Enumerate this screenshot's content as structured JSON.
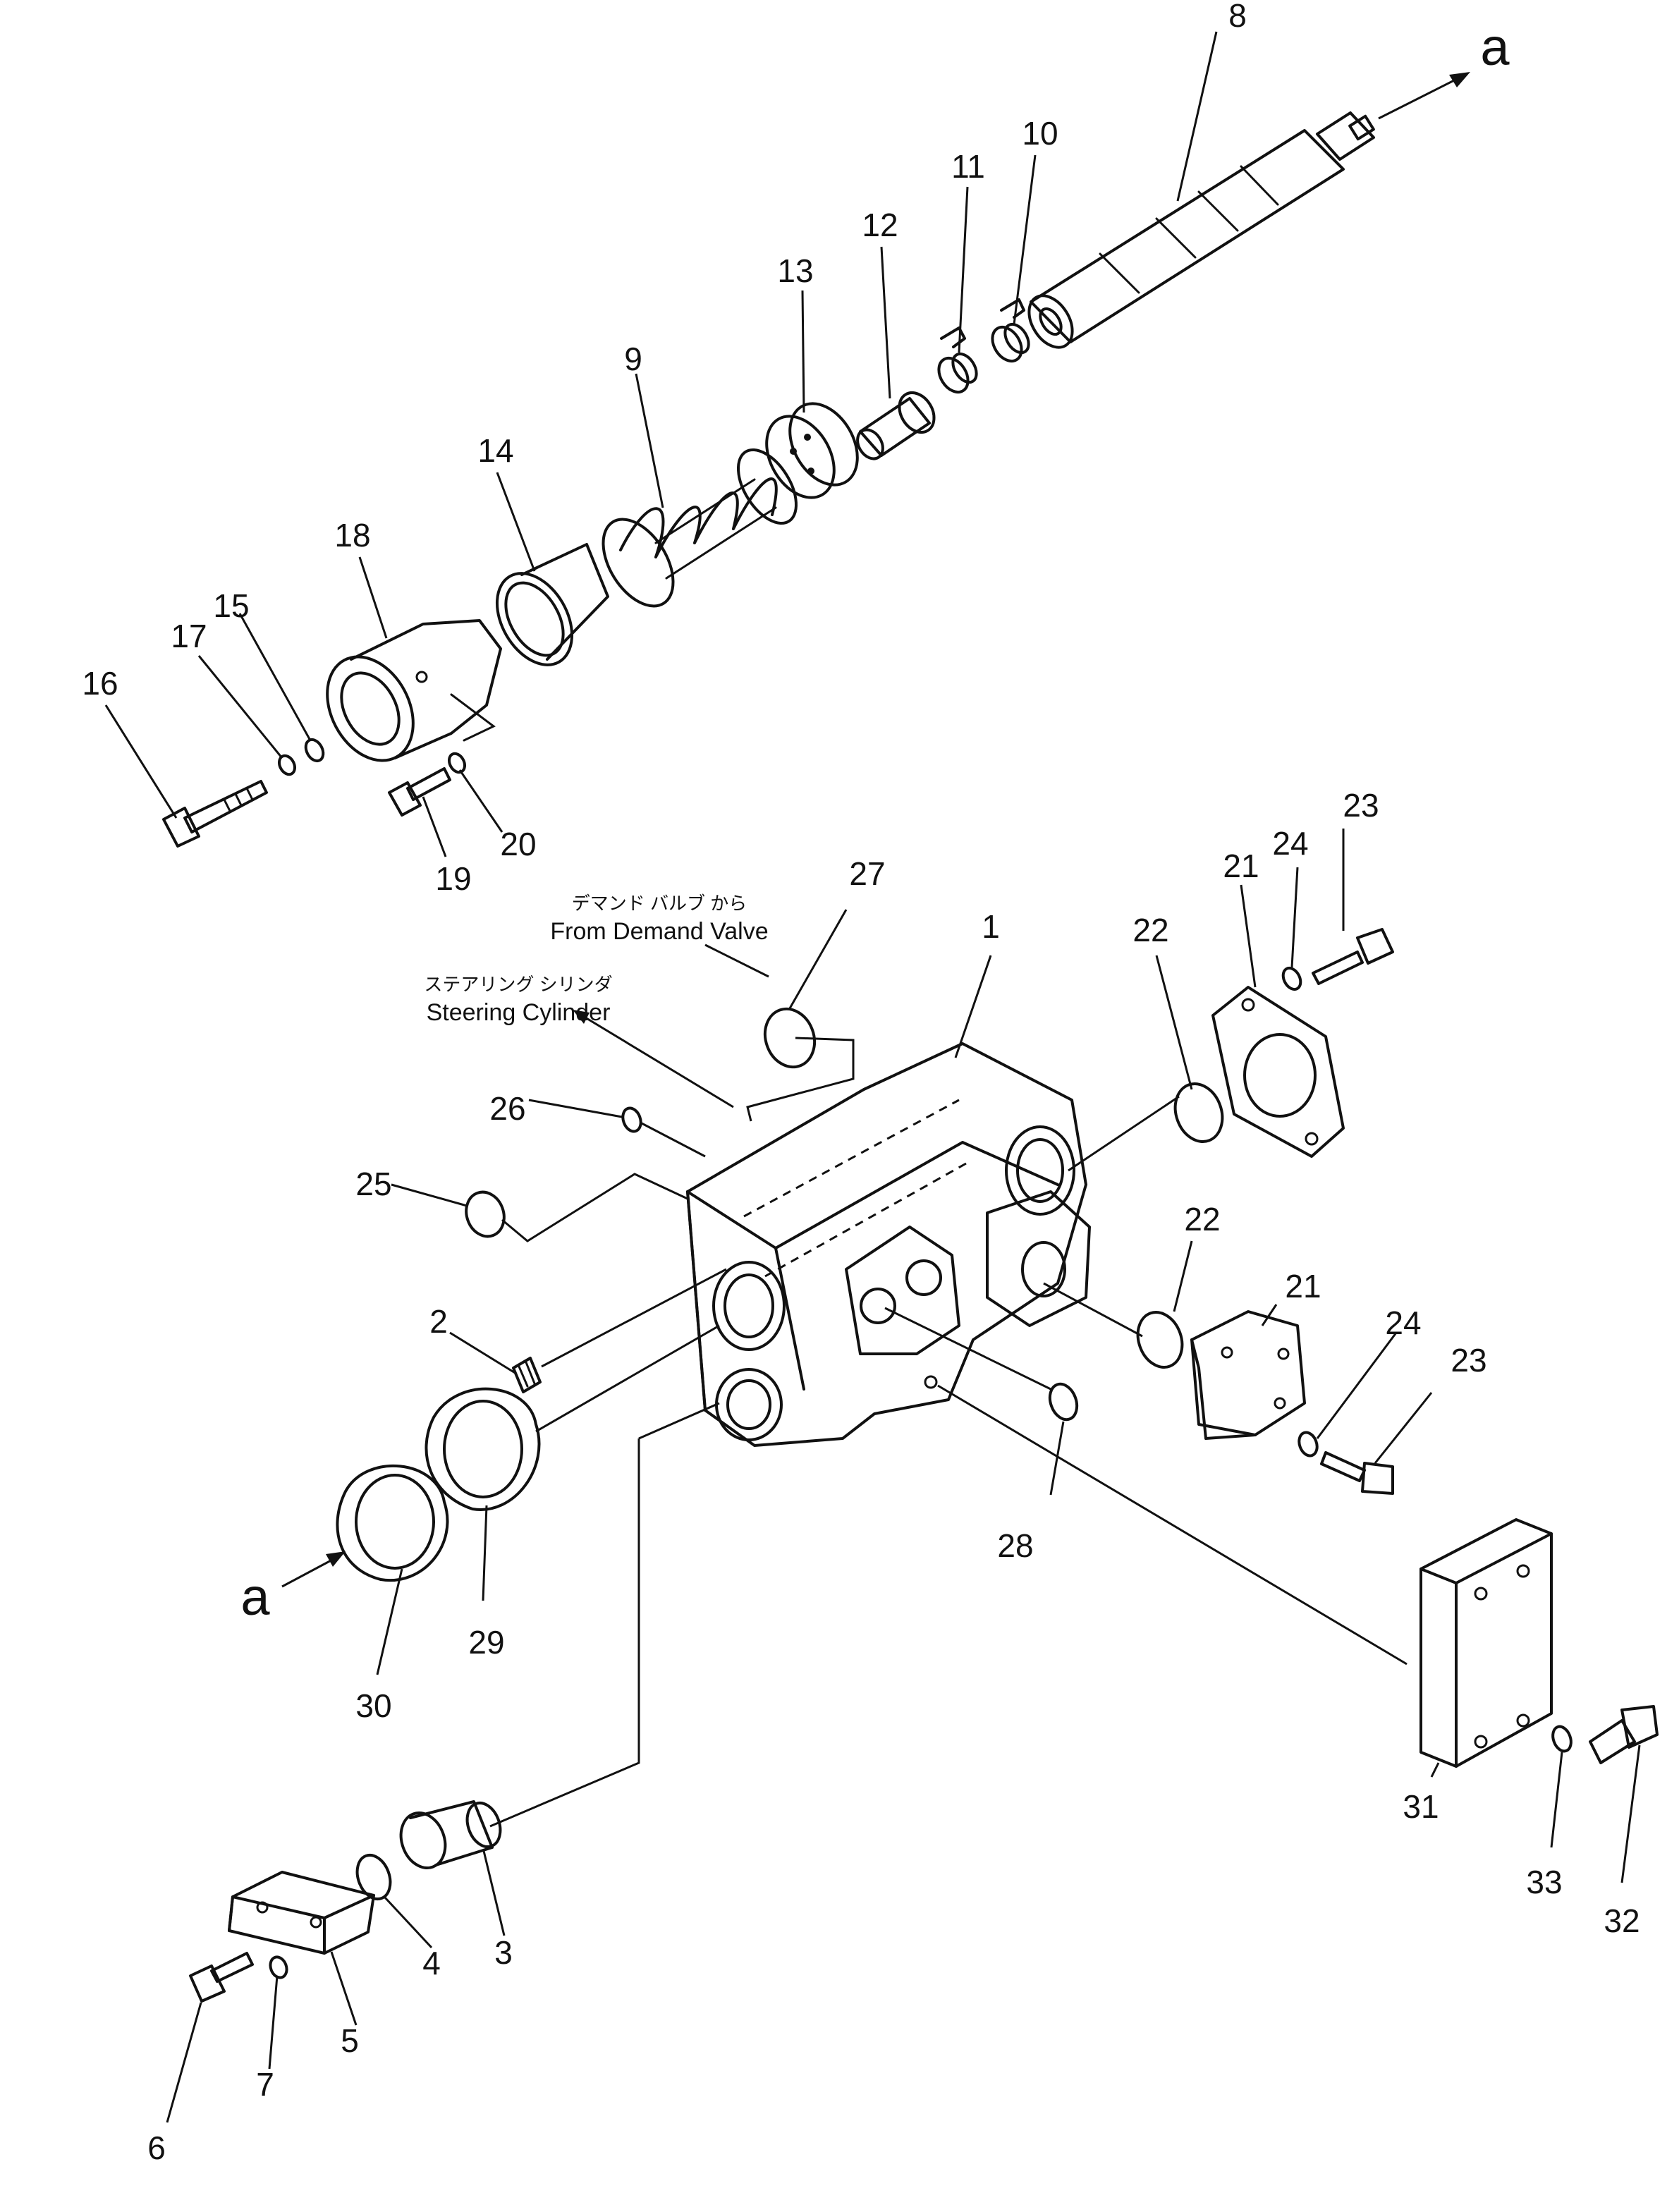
{
  "callouts": [
    {
      "id": "1",
      "text": "1"
    },
    {
      "id": "2",
      "text": "2"
    },
    {
      "id": "3",
      "text": "3"
    },
    {
      "id": "4",
      "text": "4"
    },
    {
      "id": "5",
      "text": "5"
    },
    {
      "id": "6",
      "text": "6"
    },
    {
      "id": "7",
      "text": "7"
    },
    {
      "id": "8",
      "text": "8"
    },
    {
      "id": "9",
      "text": "9"
    },
    {
      "id": "10",
      "text": "10"
    },
    {
      "id": "11",
      "text": "11"
    },
    {
      "id": "12",
      "text": "12"
    },
    {
      "id": "13",
      "text": "13"
    },
    {
      "id": "14",
      "text": "14"
    },
    {
      "id": "15",
      "text": "15"
    },
    {
      "id": "16",
      "text": "16"
    },
    {
      "id": "17",
      "text": "17"
    },
    {
      "id": "18",
      "text": "18"
    },
    {
      "id": "19",
      "text": "19"
    },
    {
      "id": "20",
      "text": "20"
    },
    {
      "id": "21a",
      "text": "21"
    },
    {
      "id": "21b",
      "text": "21"
    },
    {
      "id": "22a",
      "text": "22"
    },
    {
      "id": "22b",
      "text": "22"
    },
    {
      "id": "23a",
      "text": "23"
    },
    {
      "id": "23b",
      "text": "23"
    },
    {
      "id": "24a",
      "text": "24"
    },
    {
      "id": "24b",
      "text": "24"
    },
    {
      "id": "25",
      "text": "25"
    },
    {
      "id": "26",
      "text": "26"
    },
    {
      "id": "27",
      "text": "27"
    },
    {
      "id": "28",
      "text": "28"
    },
    {
      "id": "29",
      "text": "29"
    },
    {
      "id": "30",
      "text": "30"
    },
    {
      "id": "31",
      "text": "31"
    },
    {
      "id": "32",
      "text": "32"
    },
    {
      "id": "33",
      "text": "33"
    }
  ],
  "markers": {
    "a_top": "a",
    "a_bottom": "a"
  },
  "annotations": {
    "demand_valve_jp": "デマンド バルブ から",
    "demand_valve_en": "From Demand Valve",
    "steering_cylinder_jp": "ステアリング シリンダ",
    "steering_cylinder_en": "Steering Cylinder"
  }
}
